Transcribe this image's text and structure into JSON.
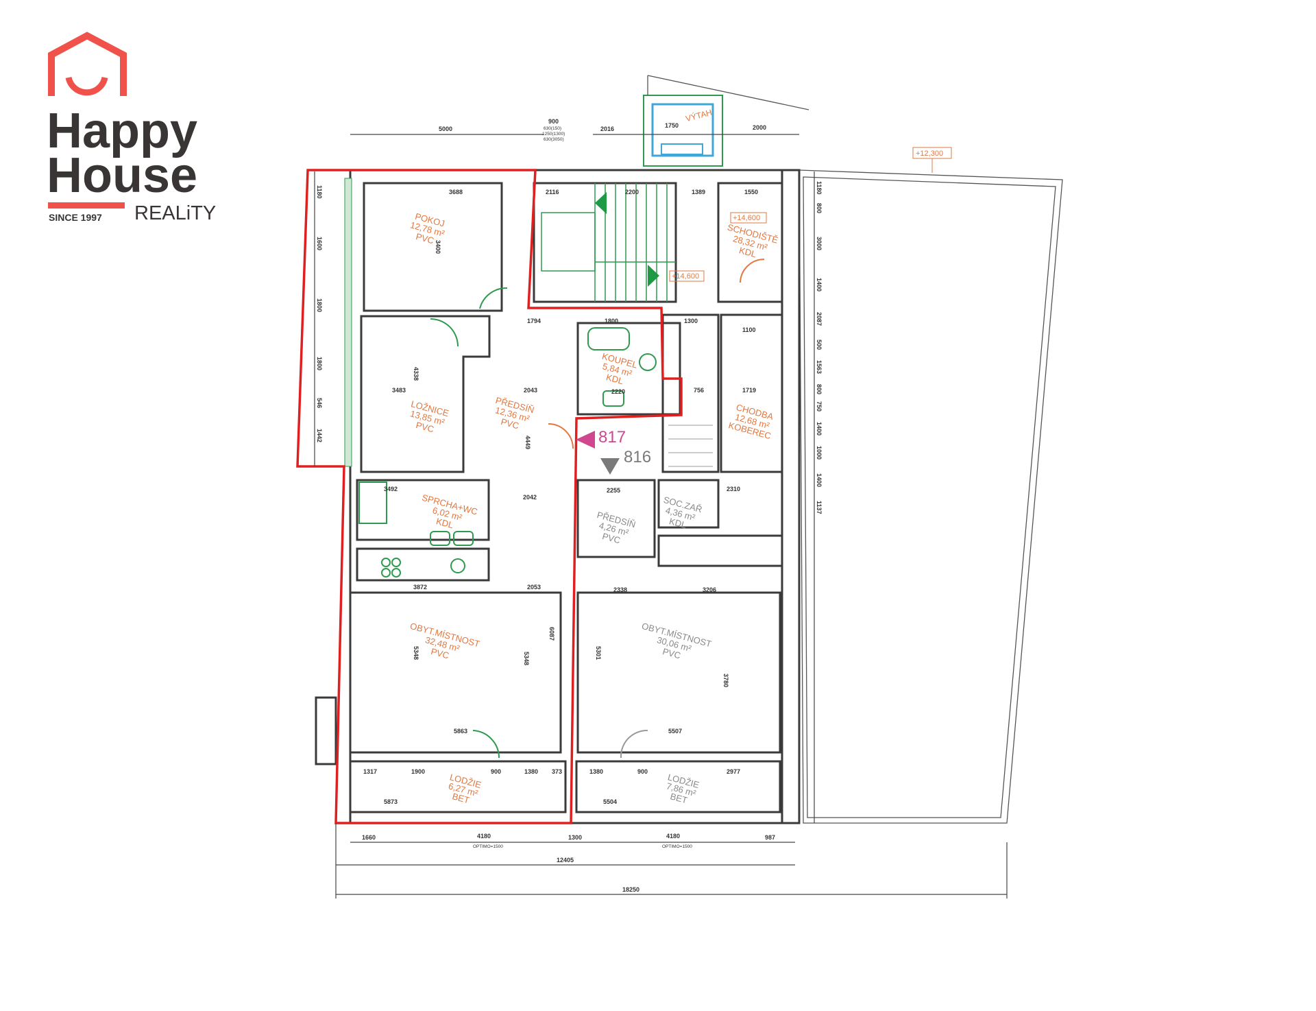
{
  "logo": {
    "line1": "Happy",
    "line2": "House",
    "since": "SINCE 1997",
    "reality": "REALiTY",
    "accent_color": "#f0514a",
    "text_color": "#3a3535"
  },
  "rooms": [
    {
      "name": "POKOJ",
      "area": "12,78 m²",
      "floor": "PVC"
    },
    {
      "name": "LOŽNICE",
      "area": "13,85 m²",
      "floor": "PVC"
    },
    {
      "name": "PŘEDSÍŇ",
      "area": "12,36 m²",
      "floor": "PVC"
    },
    {
      "name": "SPRCHA+WC",
      "area": "6,02 m²",
      "floor": "KDL"
    },
    {
      "name": "KOUPEL",
      "area": "5,84 m²",
      "floor": "KDL"
    },
    {
      "name": "SCHODIŠTĚ",
      "area": "28,32 m²",
      "floor": "KDL"
    },
    {
      "name": "CHODBA",
      "area": "12,68 m²",
      "floor": "KOBEREC"
    },
    {
      "name": "SOC.ZAŘ",
      "area": "4,36 m²",
      "floor": "KDL"
    },
    {
      "name": "PŘEDSÍŇ",
      "area": "4,26 m²",
      "floor": "PVC"
    },
    {
      "name": "OBYT.MÍSTNOST",
      "area": "32,48 m²",
      "floor": "PVC"
    },
    {
      "name": "OBYT.MÍSTNOST",
      "area": "30,06 m²",
      "floor": "PVC"
    },
    {
      "name": "LODŽIE",
      "area": "6,27 m²",
      "floor": "BET"
    },
    {
      "name": "LODŽIE",
      "area": "7,86 m²",
      "floor": "BET"
    }
  ],
  "elevator_label": "VÝTAH",
  "levels": [
    "+14,600",
    "+14,600",
    "+12,300"
  ],
  "unit_markers": {
    "highlighted": "817",
    "other": "816",
    "highlight_color": "#d0478f",
    "other_color": "#7a7a7a"
  },
  "outline_color": "#e02020",
  "dimensions": {
    "top": [
      "5000",
      "900",
      "630(150)",
      "1250(1300)",
      "630(3050)",
      "2016",
      "1750",
      "2000"
    ],
    "row1": [
      "3688",
      "2116",
      "2200",
      "1389",
      "1550"
    ],
    "row2": [
      "1794",
      "1800",
      "1300",
      "1100"
    ],
    "row3": [
      "3483",
      "2043",
      "2220",
      "756",
      "1719"
    ],
    "row4": [
      "3492",
      "2042",
      "2255",
      "2310"
    ],
    "row5": [
      "3872",
      "2053",
      "2338",
      "3206"
    ],
    "row6": [
      "5863",
      "5507"
    ],
    "lodge": [
      "1317",
      "1900",
      "900",
      "1380",
      "373",
      "1380",
      "900",
      "2977"
    ],
    "lodge_bottom": [
      "5873",
      "5504"
    ],
    "bottom": [
      "1660",
      "4180",
      "OPTIMO=1500",
      "1300",
      "4180",
      "OPTIMO=1500",
      "987",
      "12405",
      "18250"
    ],
    "vertical": [
      "3400",
      "4338",
      "4449",
      "5348",
      "5348",
      "5301",
      "3780",
      "6087"
    ],
    "right_side": [
      "1180",
      "800",
      "3000",
      "1400",
      "2087",
      "500",
      "1563",
      "800",
      "750",
      "1400",
      "1000",
      "1400",
      "1137"
    ],
    "left_side": [
      "1180",
      "1600",
      "1800",
      "1800",
      "546",
      "1442"
    ]
  }
}
